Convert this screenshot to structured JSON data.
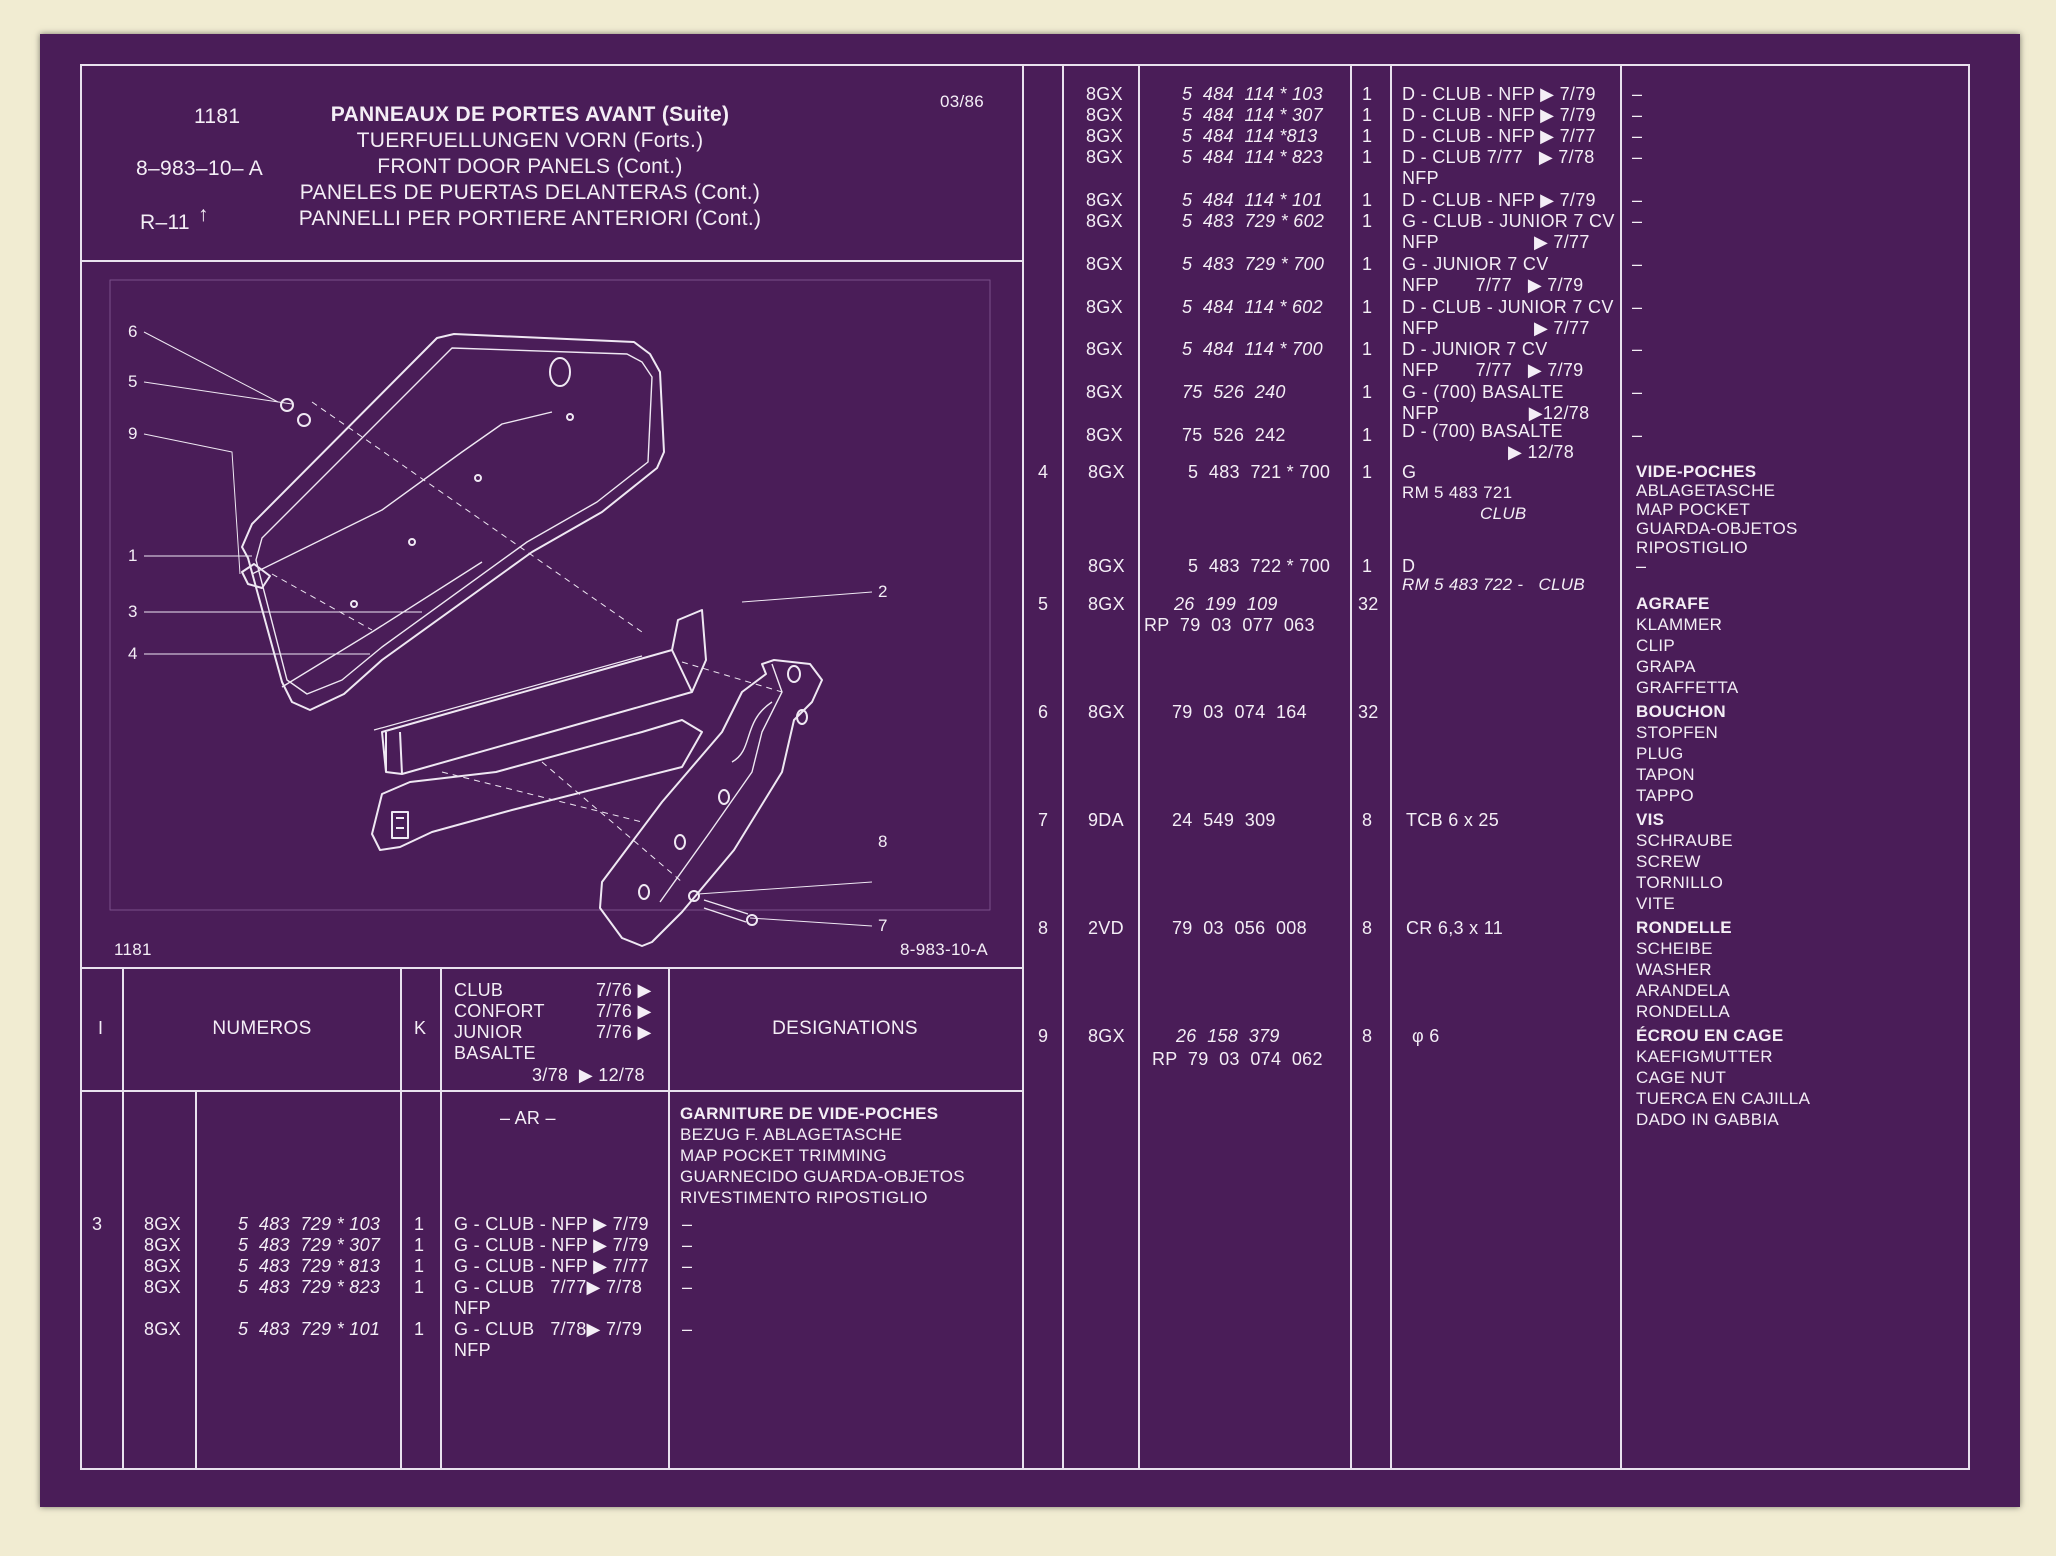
{
  "header": {
    "page_no": "1181",
    "date": "03/86",
    "ref_code": "8–983–10– A",
    "ref_r": "R–11",
    "title_lines": [
      "PANNEAUX DE PORTES AVANT (Suite)",
      "TUERFUELLUNGEN VORN (Forts.)",
      "FRONT DOOR PANELS (Cont.)",
      "PANELES DE PUERTAS DELANTERAS (Cont.)",
      "PANNELLI PER PORTIERE ANTERIORI (Cont.)"
    ]
  },
  "figure": {
    "footer_left": "1181",
    "footer_right": "8-983-10-A",
    "callouts": [
      "6",
      "5",
      "9",
      "1",
      "3",
      "4",
      "2",
      "8",
      "7"
    ]
  },
  "table_header": {
    "col_i": "I",
    "col_numeros": "NUMEROS",
    "col_k": "K",
    "versions": [
      {
        "name": "CLUB",
        "range": "7/76 ▶"
      },
      {
        "name": "CONFORT",
        "range": "7/76 ▶"
      },
      {
        "name": "JUNIOR",
        "range": "7/76 ▶"
      },
      {
        "name": "BASALTE",
        "range": ""
      }
    ],
    "basalte_range": "3/78  ▶ 12/78",
    "col_designations": "DESIGNATIONS"
  },
  "left_section": {
    "ar_label": "– AR –",
    "designation": [
      "GARNITURE DE VIDE-POCHES",
      "BEZUG F. ABLAGETASCHE",
      "MAP POCKET TRIMMING",
      "GUARNECIDO GUARDA-OBJETOS",
      "RIVESTIMENTO RIPOSTIGLIO"
    ],
    "item_no": "3",
    "rows": [
      {
        "code": "8GX",
        "part": "5  483  729 * 103",
        "qty": "1",
        "version": "G - CLUB - NFP ▶ 7/79",
        "dash": "–"
      },
      {
        "code": "8GX",
        "part": "5  483  729 * 307",
        "qty": "1",
        "version": "G - CLUB - NFP ▶ 7/79",
        "dash": "–"
      },
      {
        "code": "8GX",
        "part": "5  483  729 * 813",
        "qty": "1",
        "version": "G - CLUB - NFP ▶ 7/77",
        "dash": "–"
      },
      {
        "code": "8GX",
        "part": "5  483  729 * 823",
        "qty": "1",
        "version": "G - CLUB   7/77▶ 7/78",
        "dash": "–"
      },
      {
        "code": "",
        "part": "",
        "qty": "",
        "version": "NFP",
        "dash": ""
      },
      {
        "code": "8GX",
        "part": "5  483  729 * 101",
        "qty": "1",
        "version": "G - CLUB   7/78▶ 7/79",
        "dash": "–"
      },
      {
        "code": "",
        "part": "",
        "qty": "",
        "version": "NFP",
        "dash": ""
      }
    ]
  },
  "right_rows": [
    {
      "item": "",
      "code": "8GX",
      "part": "5  484  114 * 103",
      "qty": "1",
      "version": "D - CLUB - NFP ▶ 7/79",
      "desc": "–"
    },
    {
      "item": "",
      "code": "8GX",
      "part": "5  484  114 * 307",
      "qty": "1",
      "version": "D - CLUB - NFP ▶ 7/79",
      "desc": "–"
    },
    {
      "item": "",
      "code": "8GX",
      "part": "5  484  114 *813",
      "qty": "1",
      "version": "D - CLUB - NFP ▶ 7/77",
      "desc": "–"
    },
    {
      "item": "",
      "code": "8GX",
      "part": "5  484  114 * 823",
      "qty": "1",
      "version": "D - CLUB 7/77   ▶ 7/78",
      "desc": "–"
    },
    {
      "item": "",
      "code": "",
      "part": "",
      "qty": "",
      "version": "NFP",
      "desc": ""
    },
    {
      "item": "",
      "code": "8GX",
      "part": "5  484  114 * 101",
      "qty": "1",
      "version": "D - CLUB - NFP ▶ 7/79",
      "desc": "–"
    },
    {
      "item": "",
      "code": "8GX",
      "part": "5  483  729 * 602",
      "qty": "1",
      "version": "G - CLUB - JUNIOR 7 CV",
      "desc": "–"
    },
    {
      "item": "",
      "code": "",
      "part": "",
      "qty": "",
      "version": "NFP                  ▶ 7/77",
      "desc": ""
    },
    {
      "item": "",
      "code": "8GX",
      "part": "5  483  729 * 700",
      "qty": "1",
      "version": "G - JUNIOR 7 CV",
      "desc": "–"
    },
    {
      "item": "",
      "code": "",
      "part": "",
      "qty": "",
      "version": "NFP       7/77   ▶ 7/79",
      "desc": ""
    },
    {
      "item": "",
      "code": "8GX",
      "part": "5  484  114 * 602",
      "qty": "1",
      "version": "D - CLUB - JUNIOR 7 CV",
      "desc": "–"
    },
    {
      "item": "",
      "code": "",
      "part": "",
      "qty": "",
      "version": "NFP                  ▶ 7/77",
      "desc": ""
    },
    {
      "item": "",
      "code": "8GX",
      "part": "5  484  114 * 700",
      "qty": "1",
      "version": "D - JUNIOR 7 CV",
      "desc": "–"
    },
    {
      "item": "",
      "code": "",
      "part": "",
      "qty": "",
      "version": "NFP       7/77   ▶ 7/79",
      "desc": ""
    },
    {
      "item": "",
      "code": "8GX",
      "part": "75  526  240",
      "qty": "1",
      "version": "G - (700) BASALTE",
      "desc": "–"
    },
    {
      "item": "",
      "code": "",
      "part": "",
      "qty": "",
      "version": "NFP                 ▶12/78",
      "desc": ""
    },
    {
      "item": "",
      "code": "8GX",
      "part": "75  526  242",
      "qty": "1",
      "version": "D - (700) BASALTE",
      "desc": "–"
    },
    {
      "item": "",
      "code": "",
      "part": "",
      "qty": "",
      "version": "                    ▶ 12/78",
      "desc": ""
    }
  ],
  "items": [
    {
      "item": "4",
      "code": "8GX",
      "part": "5  483  721 * 700",
      "qty": "1",
      "version": "G",
      "rm": "RM 5 483 721",
      "rm2": "CLUB",
      "desc": [
        "VIDE-POCHES",
        "ABLAGETASCHE",
        "MAP POCKET",
        "GUARDA-OBJETOS",
        "RIPOSTIGLIO"
      ]
    },
    {
      "item": "",
      "code": "8GX",
      "part": "5  483  722 * 700",
      "qty": "1",
      "version": "D",
      "rm": "RM 5 483 722 -   CLUB",
      "desc_dash": "–"
    },
    {
      "item": "5",
      "code": "8GX",
      "part": "26  199  109",
      "part2": "RP  79  03  077  063",
      "qty": "32",
      "desc": [
        "AGRAFE",
        "KLAMMER",
        "CLIP",
        "GRAPA",
        "GRAFFETTA"
      ]
    },
    {
      "item": "6",
      "code": "8GX",
      "part": "79  03  074  164",
      "qty": "32",
      "desc": [
        "BOUCHON",
        "STOPFEN",
        "PLUG",
        "TAPON",
        "TAPPO"
      ]
    },
    {
      "item": "7",
      "code": "9DA",
      "part": "24  549  309",
      "qty": "8",
      "version": "TCB 6 x 25",
      "desc": [
        "VIS",
        "SCHRAUBE",
        "SCREW",
        "TORNILLO",
        "VITE"
      ]
    },
    {
      "item": "8",
      "code": "2VD",
      "part": "79  03  056  008",
      "qty": "8",
      "version": "CR 6,3 x 11",
      "desc": [
        "RONDELLE",
        "SCHEIBE",
        "WASHER",
        "ARANDELA",
        "RONDELLA"
      ]
    },
    {
      "item": "9",
      "code": "8GX",
      "part": "26  158  379",
      "part2": "RP  79  03  074  062",
      "qty": "8",
      "version": "φ 6",
      "desc": [
        "ÉCROU EN CAGE",
        "KAEFIGMUTTER",
        "CAGE NUT",
        "TUERCA EN CAJILLA",
        "DADO IN GABBIA"
      ]
    }
  ]
}
